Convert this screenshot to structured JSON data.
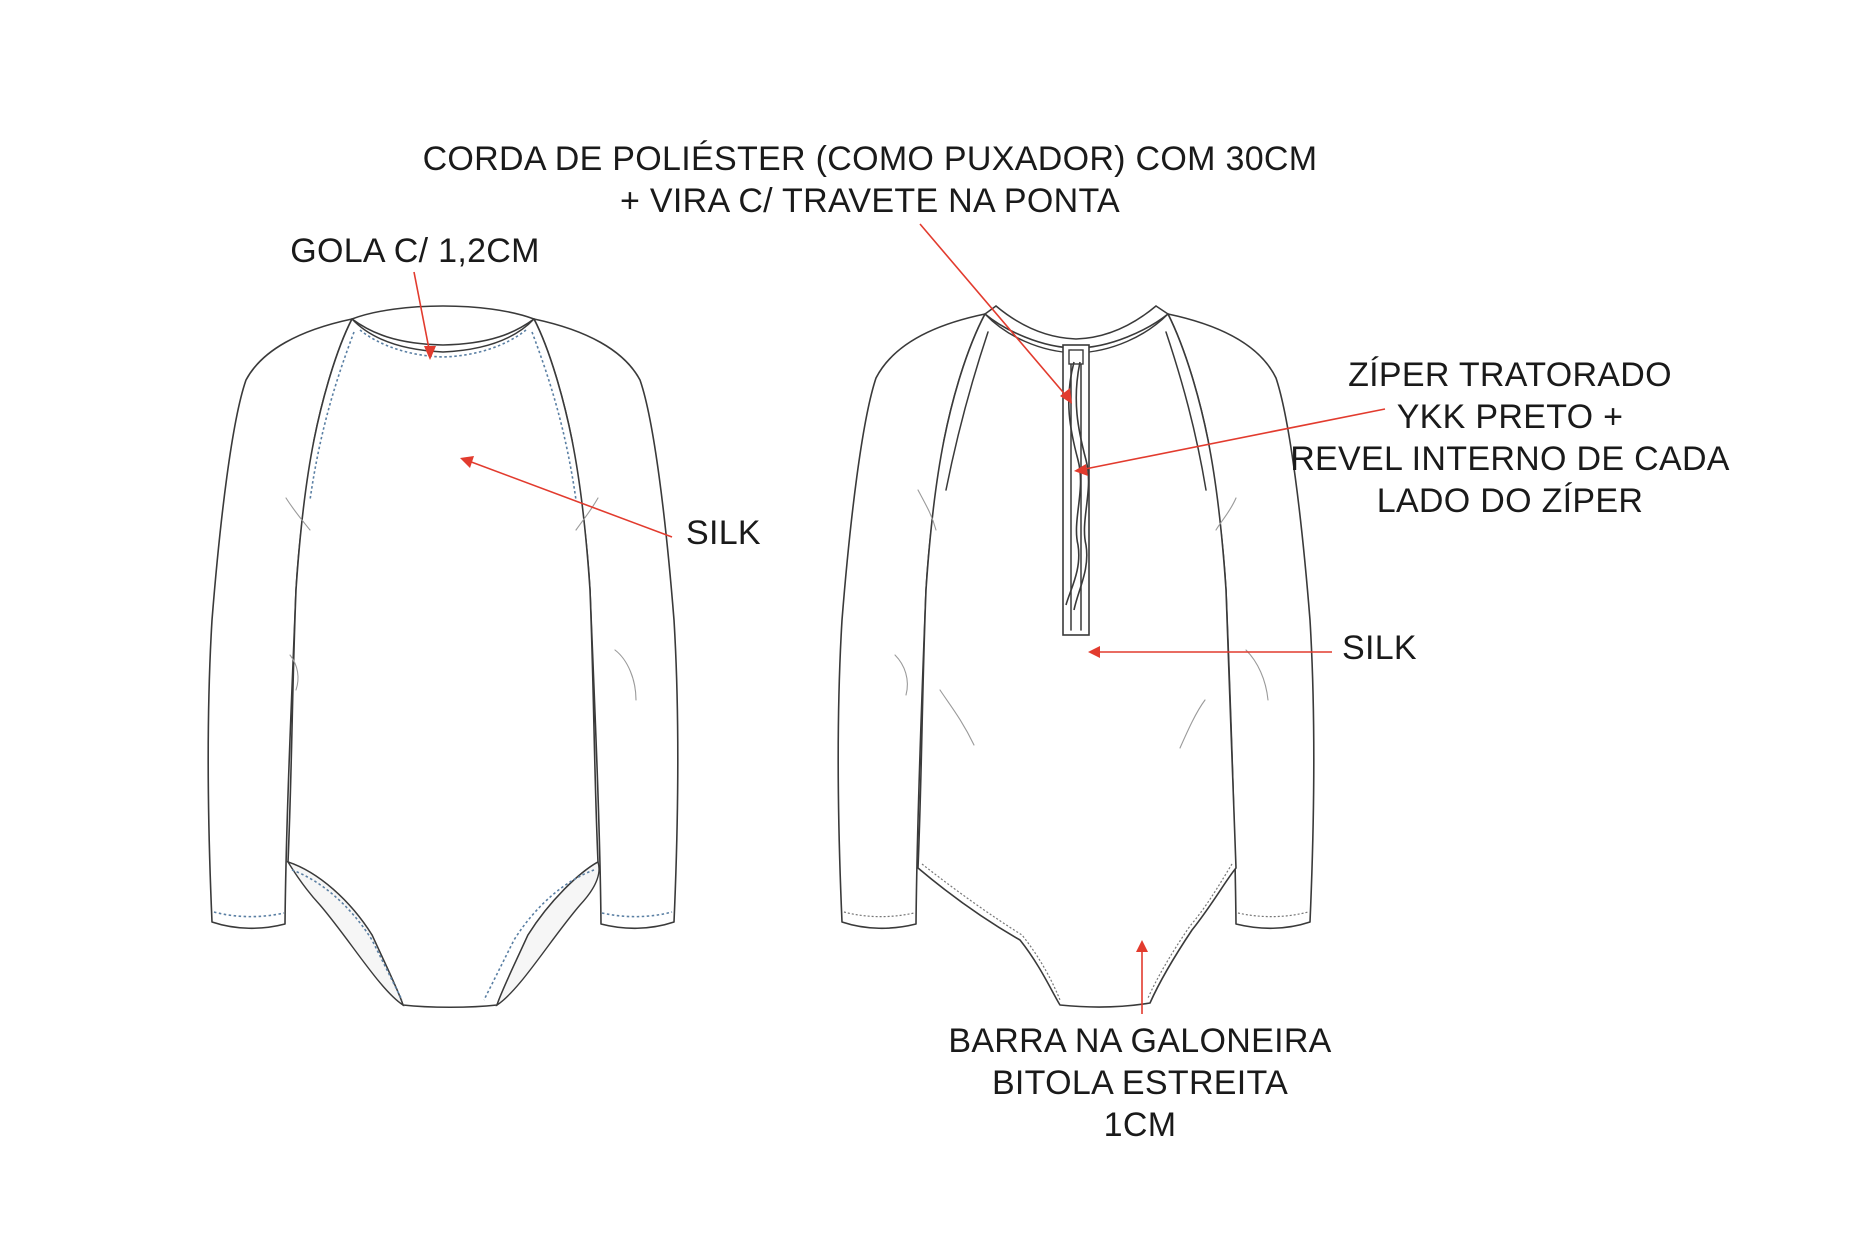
{
  "labels": {
    "corda": {
      "line1": "CORDA DE POLIÉSTER (COMO PUXADOR) COM 30CM",
      "line2": "+ VIRA C/ TRAVETE NA PONTA"
    },
    "gola": "GOLA C/ 1,2CM",
    "silk_front": "SILK",
    "ziper": {
      "line1": "ZÍPER TRATORADO",
      "line2": "YKK PRETO +",
      "line3": "REVEL INTERNO DE CADA",
      "line4": "LADO DO ZÍPER"
    },
    "silk_back": "SILK",
    "barra": {
      "line1": "BARRA NA GALONEIRA",
      "line2": "BITOLA ESTREITA",
      "line3": "1CM"
    }
  },
  "colors": {
    "pointer": "#e23b2e",
    "outline": "#3a3a3a",
    "stitching": "#5a7fa3"
  }
}
